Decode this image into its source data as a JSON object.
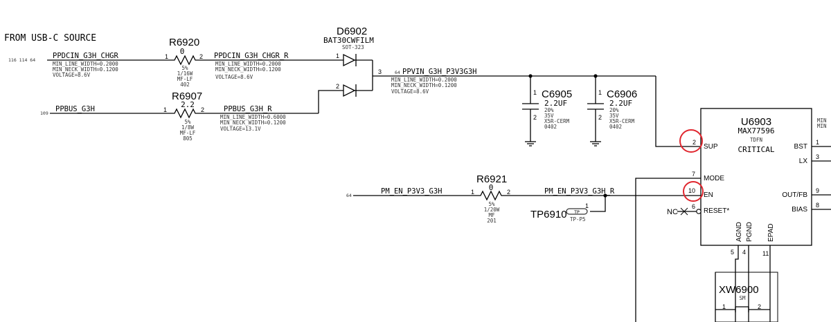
{
  "page": {
    "heading": "FROM USB-C SOURCE"
  },
  "components": {
    "r6920": {
      "ref": "R6920",
      "value": "0",
      "pin1": "1",
      "pin2": "2",
      "tol": "5%",
      "power": "1/16W",
      "type": "MF-LF",
      "pkg": "402"
    },
    "r6907": {
      "ref": "R6907",
      "value": "2.2",
      "pin1": "1",
      "pin2": "2",
      "tol": "5%",
      "power": "1/8W",
      "type": "MF-LF",
      "pkg": "805"
    },
    "r6921": {
      "ref": "R6921",
      "value": "0",
      "pin1": "1",
      "pin2": "2",
      "tol": "5%",
      "power": "1/20W",
      "type": "MF",
      "pkg": "201"
    },
    "d6902": {
      "ref": "D6902",
      "part": "BAT30CWFILM",
      "pkg": "SOT-323",
      "pin1": "1",
      "pin2": "2",
      "pin3": "3"
    },
    "c6905": {
      "ref": "C6905",
      "value": "2.2UF",
      "pin1": "1",
      "pin2": "2",
      "tol": "20%",
      "volt": "35V",
      "diel": "X5R-CERM",
      "pkg": "0402"
    },
    "c6906": {
      "ref": "C6906",
      "value": "2.2UF",
      "pin1": "1",
      "pin2": "2",
      "tol": "20%",
      "volt": "35V",
      "diel": "X5R-CERM",
      "pkg": "0402"
    },
    "tp6910": {
      "ref": "TP6910",
      "label": "TP",
      "pkg": "TP-P5",
      "pin": "1"
    },
    "xw6900": {
      "ref": "XW6900",
      "pkg": "SM",
      "pin1": "1",
      "pin2": "2"
    },
    "u6903": {
      "ref": "U6903",
      "part": "MAX77596",
      "pkg": "TDFN",
      "note": "CRITICAL",
      "pins": {
        "sup": {
          "num": "2",
          "name": "SUP"
        },
        "mode": {
          "num": "7",
          "name": "MODE"
        },
        "en": {
          "num": "10",
          "name": "EN"
        },
        "reset": {
          "num": "6",
          "name": "RESET*"
        },
        "bst": {
          "num": "1",
          "name": "BST"
        },
        "lx": {
          "num": "3",
          "name": "LX"
        },
        "outfb": {
          "num": "9",
          "name": "OUT/FB"
        },
        "bias": {
          "num": "8",
          "name": "BIAS"
        },
        "agnd": {
          "num": "5",
          "name": "AGND"
        },
        "pgnd": {
          "num": "4",
          "name": "PGND"
        },
        "epad": {
          "num": "11",
          "name": "EPAD"
        }
      },
      "nc": "NC"
    }
  },
  "nets": {
    "ppdcin": {
      "name": "PPDCIN_G3H_CHGR",
      "xref": "116 114 64",
      "p1": "MIN_LINE_WIDTH=0.2000",
      "p2": "MIN_NECK_WIDTH=0.1200",
      "p3": "VOLTAGE=8.6V"
    },
    "ppdcin_r": {
      "name": "PPDCIN_G3H_CHGR_R",
      "p1": "MIN_LINE_WIDTH=0.2000",
      "p2": "MIN_NECK_WIDTH=0.1200",
      "p3": "VOLTAGE=8.6V"
    },
    "ppbus": {
      "name": "PPBUS_G3H",
      "xref": "109"
    },
    "ppbus_r": {
      "name": "PPBUS_G3H_R",
      "p1": "MIN_LINE_WIDTH=0.6000",
      "p2": "MIN_NECK_WIDTH=0.1200",
      "p3": "VOLTAGE=13.1V"
    },
    "ppvin": {
      "name": "PPVIN_G3H_P3V3G3H",
      "xref": "64",
      "p1": "MIN_LINE_WIDTH=0.2000",
      "p2": "MIN_NECK_WIDTH=0.1200",
      "p3": "VOLTAGE=8.6V"
    },
    "pm_en": {
      "name": "PM_EN_P3V3_G3H",
      "xref": "64"
    },
    "pm_en_r": {
      "name": "PM_EN_P3V3_G3H_R"
    },
    "right_cut": {
      "l1": "MIN",
      "l2": "MIN"
    }
  },
  "colors": {
    "wire": "#000000",
    "highlight": "#e0262e"
  }
}
